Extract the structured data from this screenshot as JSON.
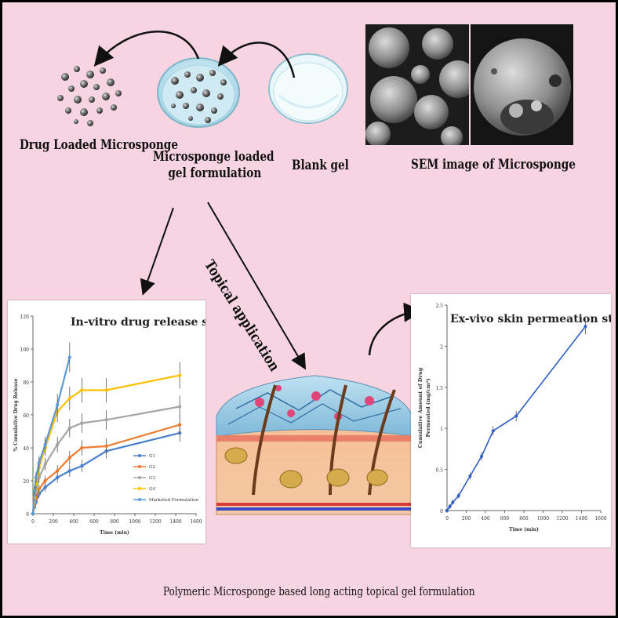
{
  "labels": {
    "drug_loaded": "Drug Loaded Microsponge",
    "ms_loaded_line1": "Microsponge loaded",
    "ms_loaded_line2": "gel formulation",
    "blank_gel": "Blank gel",
    "sem": "SEM image of Microsponge",
    "topical": "Topical application",
    "caption": "Polymeric Microsponge based long acting topical gel formulation"
  },
  "release_chart": {
    "title": "In-vitro drug release study",
    "xlabel": "Time (min)",
    "ylabel": "% Cumulative Drug Release",
    "x_ticks": [
      "0",
      "200",
      "400",
      "600",
      "800",
      "1000",
      "1200",
      "1400",
      "1600"
    ],
    "y_ticks": [
      "0",
      "20",
      "40",
      "60",
      "80",
      "100",
      "120"
    ],
    "legend": [
      "G1",
      "G2",
      "G3",
      "G4",
      "Marketed Formulation"
    ],
    "colors": [
      "#4a7fd0",
      "#ed7d31",
      "#a5a5a5",
      "#ffc000",
      "#5b9bd5"
    ]
  },
  "permeation_chart": {
    "title": "Ex-vivo skin permeation study",
    "xlabel": "Time (min)",
    "ylabel_line1": "Cumulative Amount of Drug",
    "ylabel_line2": "Permeated (mg/cm²)",
    "x_ticks": [
      "0",
      "200",
      "400",
      "600",
      "800",
      "1000",
      "1200",
      "1400",
      "1600"
    ],
    "y_ticks": [
      "0",
      "0.5",
      "1",
      "1.5",
      "2",
      "2.5"
    ],
    "color": "#2f5fc4"
  },
  "chart_data": [
    {
      "type": "line",
      "title": "In-vitro drug release study",
      "xlabel": "Time (min)",
      "ylabel": "% Cumulative Drug Release",
      "xlim": [
        0,
        1600
      ],
      "ylim": [
        0,
        120
      ],
      "series": [
        {
          "name": "G1",
          "x": [
            0,
            15,
            30,
            60,
            120,
            240,
            360,
            480,
            720,
            1440
          ],
          "y": [
            0,
            4,
            7,
            12,
            16,
            22,
            26,
            29,
            38,
            49
          ]
        },
        {
          "name": "G2",
          "x": [
            0,
            15,
            30,
            60,
            120,
            240,
            360,
            480,
            720,
            1440
          ],
          "y": [
            0,
            5,
            9,
            15,
            20,
            26,
            34,
            40,
            41,
            54
          ]
        },
        {
          "name": "G3",
          "x": [
            0,
            15,
            30,
            60,
            120,
            240,
            360,
            480,
            720,
            1440
          ],
          "y": [
            0,
            7,
            13,
            22,
            30,
            42,
            52,
            55,
            57,
            65
          ]
        },
        {
          "name": "G4",
          "x": [
            0,
            15,
            30,
            60,
            120,
            240,
            360,
            480,
            720,
            1440
          ],
          "y": [
            0,
            10,
            18,
            28,
            40,
            62,
            70,
            75,
            75,
            84
          ]
        },
        {
          "name": "Marketed Formulation",
          "x": [
            0,
            15,
            30,
            60,
            120,
            240,
            360
          ],
          "y": [
            0,
            14,
            22,
            31,
            42,
            66,
            95
          ]
        }
      ]
    },
    {
      "type": "line",
      "title": "Ex-vivo skin permeation study",
      "xlabel": "Time (min)",
      "ylabel": "Cumulative Amount of Drug Permeated (mg/cm²)",
      "xlim": [
        0,
        1600
      ],
      "ylim": [
        0,
        2.5
      ],
      "series": [
        {
          "name": "",
          "x": [
            0,
            30,
            60,
            120,
            240,
            360,
            480,
            720,
            1440
          ],
          "y": [
            0,
            0.05,
            0.1,
            0.18,
            0.42,
            0.66,
            0.97,
            1.15,
            2.24
          ]
        }
      ]
    }
  ]
}
